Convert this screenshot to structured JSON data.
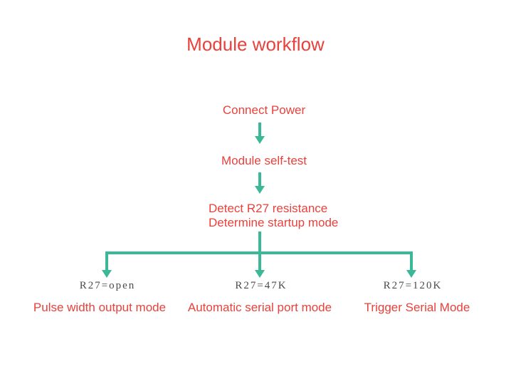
{
  "colors": {
    "accent_red": "#e9413b",
    "flow_teal": "#3ab897",
    "label_gray": "#4a4a4a",
    "background": "#ffffff"
  },
  "title": "Module workflow",
  "flow": {
    "step1": "Connect Power",
    "step2": "Module self-test",
    "step3_line1": "Detect R27 resistance",
    "step3_line2": "Determine startup mode"
  },
  "branches": [
    {
      "condition": "R27=open",
      "mode": "Pulse width output mode"
    },
    {
      "condition": "R27=47K",
      "mode": "Automatic serial port mode"
    },
    {
      "condition": "R27=120K",
      "mode": "Trigger Serial Mode"
    }
  ]
}
